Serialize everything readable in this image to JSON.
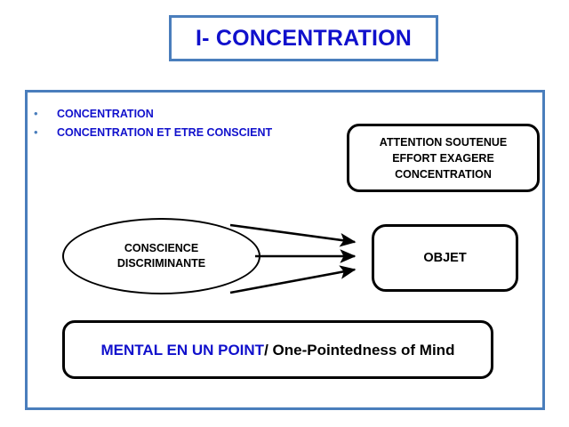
{
  "title": {
    "text": "I- CONCENTRATION",
    "color": "#1010CC",
    "border_color": "#4A7EBC"
  },
  "frame": {
    "border_color": "#4A7EBC"
  },
  "bullets": {
    "marker": "•",
    "items": [
      {
        "label": "CONCENTRATION"
      },
      {
        "label": "CONCENTRATION ET ETRE CONSCIENT"
      }
    ],
    "color": "#1010CC"
  },
  "attention_box": {
    "lines": [
      "ATTENTION SOUTENUE",
      "EFFORT EXAGERE",
      "CONCENTRATION"
    ],
    "color": "#000000"
  },
  "conscience_ellipse": {
    "lines": [
      "CONSCIENCE",
      "DISCRIMINANTE"
    ],
    "color": "#000000"
  },
  "objet_box": {
    "label": "OBJET",
    "color": "#000000"
  },
  "mental_box": {
    "blue_text": "MENTAL  EN UN POINT",
    "black_text": "/ One-Pointedness of Mind",
    "blue_color": "#1010CC",
    "black_color": "#000000"
  },
  "arrows": {
    "count": 3,
    "color": "#000000",
    "description": "three-arrows-ellipse-to-objet"
  }
}
